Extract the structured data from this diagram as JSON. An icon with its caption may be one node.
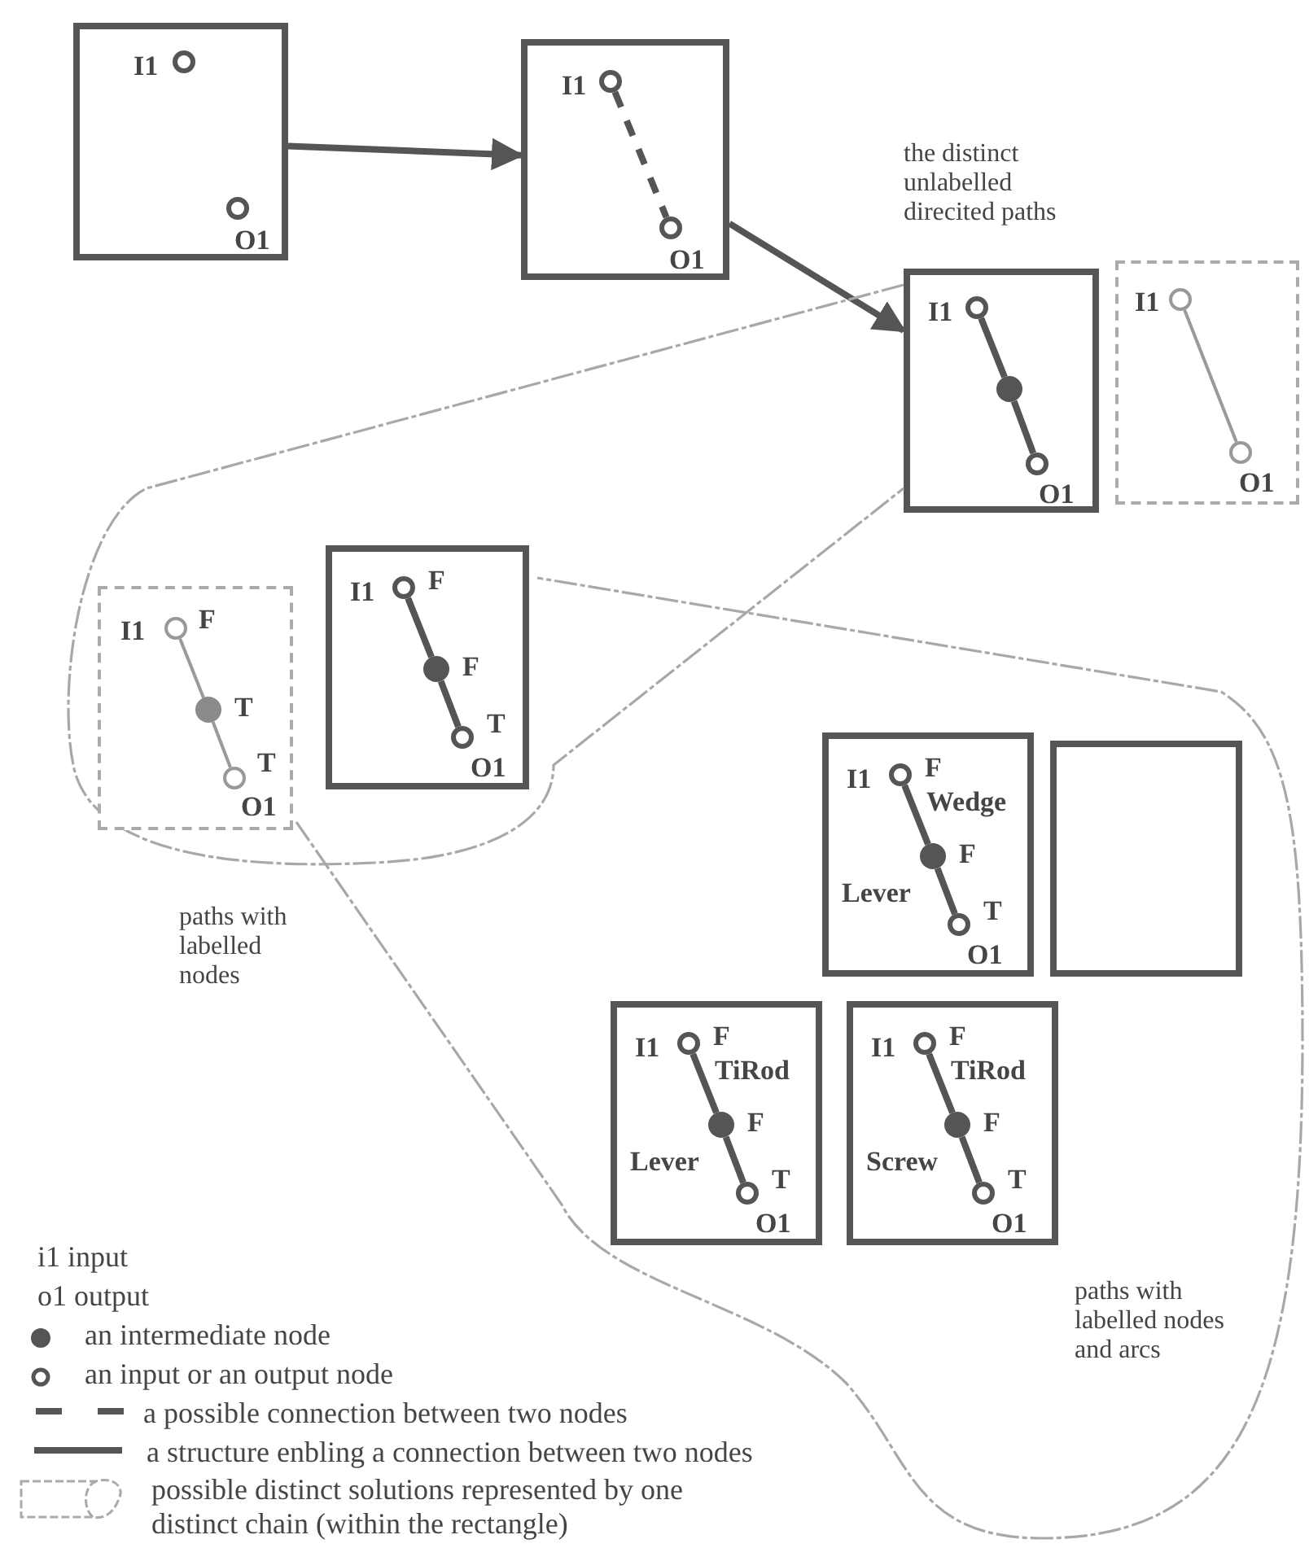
{
  "diagram": {
    "nodes": [
      {
        "text": [],
        "shape": "box"
      },
      {
        "text": [],
        "shape": "circle",
        "in": 0,
        "beside": [
          "I1"
        ]
      },
      {
        "text": [],
        "shape": "circle",
        "in": 0,
        "beside": [
          "O1"
        ]
      },
      {
        "text": [],
        "shape": "box"
      },
      {
        "text": [],
        "shape": "circle",
        "in": 3,
        "beside": [
          "I1"
        ]
      },
      {
        "text": [],
        "shape": "circle",
        "in": 3,
        "beside": [
          "O1"
        ]
      },
      {
        "text": [],
        "shape": "box"
      },
      {
        "text": [],
        "shape": "circle",
        "in": 6,
        "beside": [
          "I1"
        ]
      },
      {
        "text": [],
        "shape": "circle",
        "in": 6,
        "beside": [
          "O1"
        ]
      },
      {
        "text": [],
        "shape": "box"
      },
      {
        "text": [],
        "shape": "circle",
        "in": 9,
        "beside": [
          "I1"
        ]
      },
      {
        "text": [],
        "shape": "circle",
        "in": 9
      },
      {
        "text": [],
        "shape": "circle",
        "in": 9,
        "beside": [
          "O1"
        ]
      },
      {
        "text": [],
        "shape": "cloud",
        "beside": [
          "paths with labelled nodes"
        ]
      },
      {
        "text": [],
        "shape": "box",
        "in": 13
      },
      {
        "text": [],
        "shape": "circle",
        "in": 14,
        "beside": [
          "I1",
          "F"
        ]
      },
      {
        "text": [],
        "shape": "circle",
        "in": 14,
        "beside": [
          "F"
        ]
      },
      {
        "text": [],
        "shape": "circle",
        "in": 14,
        "beside": [
          "T",
          "O1"
        ]
      },
      {
        "text": [],
        "shape": "box",
        "in": 13
      },
      {
        "text": [],
        "shape": "circle",
        "in": 18,
        "beside": [
          "I1",
          "F"
        ]
      },
      {
        "text": [],
        "shape": "circle",
        "in": 18,
        "beside": [
          "T"
        ]
      },
      {
        "text": [],
        "shape": "circle",
        "in": 18,
        "beside": [
          "T",
          "O1"
        ]
      },
      {
        "text": [],
        "shape": "cloud",
        "beside": [
          "paths with labelled nodes and arcs"
        ]
      },
      {
        "text": [],
        "shape": "box",
        "in": 22
      },
      {
        "text": [],
        "shape": "box",
        "in": 22
      },
      {
        "text": [],
        "shape": "circle",
        "in": 24,
        "beside": [
          "I1",
          "F"
        ]
      },
      {
        "text": [],
        "shape": "circle",
        "in": 24,
        "beside": [
          "F"
        ]
      },
      {
        "text": [],
        "shape": "circle",
        "in": 24,
        "beside": [
          "T",
          "O1"
        ]
      },
      {
        "text": [],
        "shape": "box",
        "in": 22
      },
      {
        "text": [],
        "shape": "circle",
        "in": 28,
        "beside": [
          "I1",
          "F"
        ]
      },
      {
        "text": [],
        "shape": "circle",
        "in": 28,
        "beside": [
          "F"
        ]
      },
      {
        "text": [],
        "shape": "circle",
        "in": 28,
        "beside": [
          "T",
          "O1"
        ]
      },
      {
        "text": [],
        "shape": "box",
        "in": 22
      },
      {
        "text": [],
        "shape": "circle",
        "in": 32,
        "beside": [
          "I1",
          "F"
        ]
      },
      {
        "text": [],
        "shape": "circle",
        "in": 32,
        "beside": [
          "F"
        ]
      },
      {
        "text": [],
        "shape": "circle",
        "in": 32,
        "beside": [
          "T",
          "O1"
        ]
      }
    ],
    "edges": [
      {
        "from": 0,
        "to": 3,
        "arrow": "to"
      },
      {
        "from": 3,
        "to": 9,
        "arrow": "to"
      },
      {
        "from": 4,
        "to": 5,
        "arrow": "none",
        "style": "dashed"
      },
      {
        "from": 7,
        "to": 8,
        "arrow": "none",
        "color": "#9a9a9a"
      },
      {
        "from": 10,
        "to": 11,
        "arrow": "none"
      },
      {
        "from": 11,
        "to": 12,
        "arrow": "none"
      },
      {
        "from": 15,
        "to": 16,
        "arrow": "none"
      },
      {
        "from": 16,
        "to": 17,
        "arrow": "none"
      },
      {
        "from": 19,
        "to": 20,
        "arrow": "none",
        "color": "#9a9a9a"
      },
      {
        "from": 20,
        "to": 21,
        "arrow": "none",
        "color": "#9a9a9a"
      },
      {
        "from": 25,
        "to": 26,
        "arrow": "none",
        "label": "Wedge"
      },
      {
        "from": 26,
        "to": 27,
        "arrow": "none",
        "label": "Lever"
      },
      {
        "from": 29,
        "to": 30,
        "arrow": "none",
        "label": "TiRod"
      },
      {
        "from": 30,
        "to": 31,
        "arrow": "none",
        "label": "Screw"
      },
      {
        "from": 33,
        "to": 34,
        "arrow": "none",
        "label": "TiRod"
      },
      {
        "from": 34,
        "to": 35,
        "arrow": "none",
        "label": "Lever"
      }
    ],
    "labels": [
      "the distinct unlabelled direcited paths"
    ],
    "legend": [
      {
        "text": "i1 input"
      },
      {
        "text": "o1 output"
      },
      {
        "text": "an intermediate node"
      },
      {
        "text": "an input or an output node"
      },
      {
        "text": "a possible connection between two nodes"
      },
      {
        "text": "a structure enbling a connection between two nodes"
      },
      {
        "text": "possible distinct solutions represented by one distinct chain (within the rectangle)"
      }
    ]
  }
}
